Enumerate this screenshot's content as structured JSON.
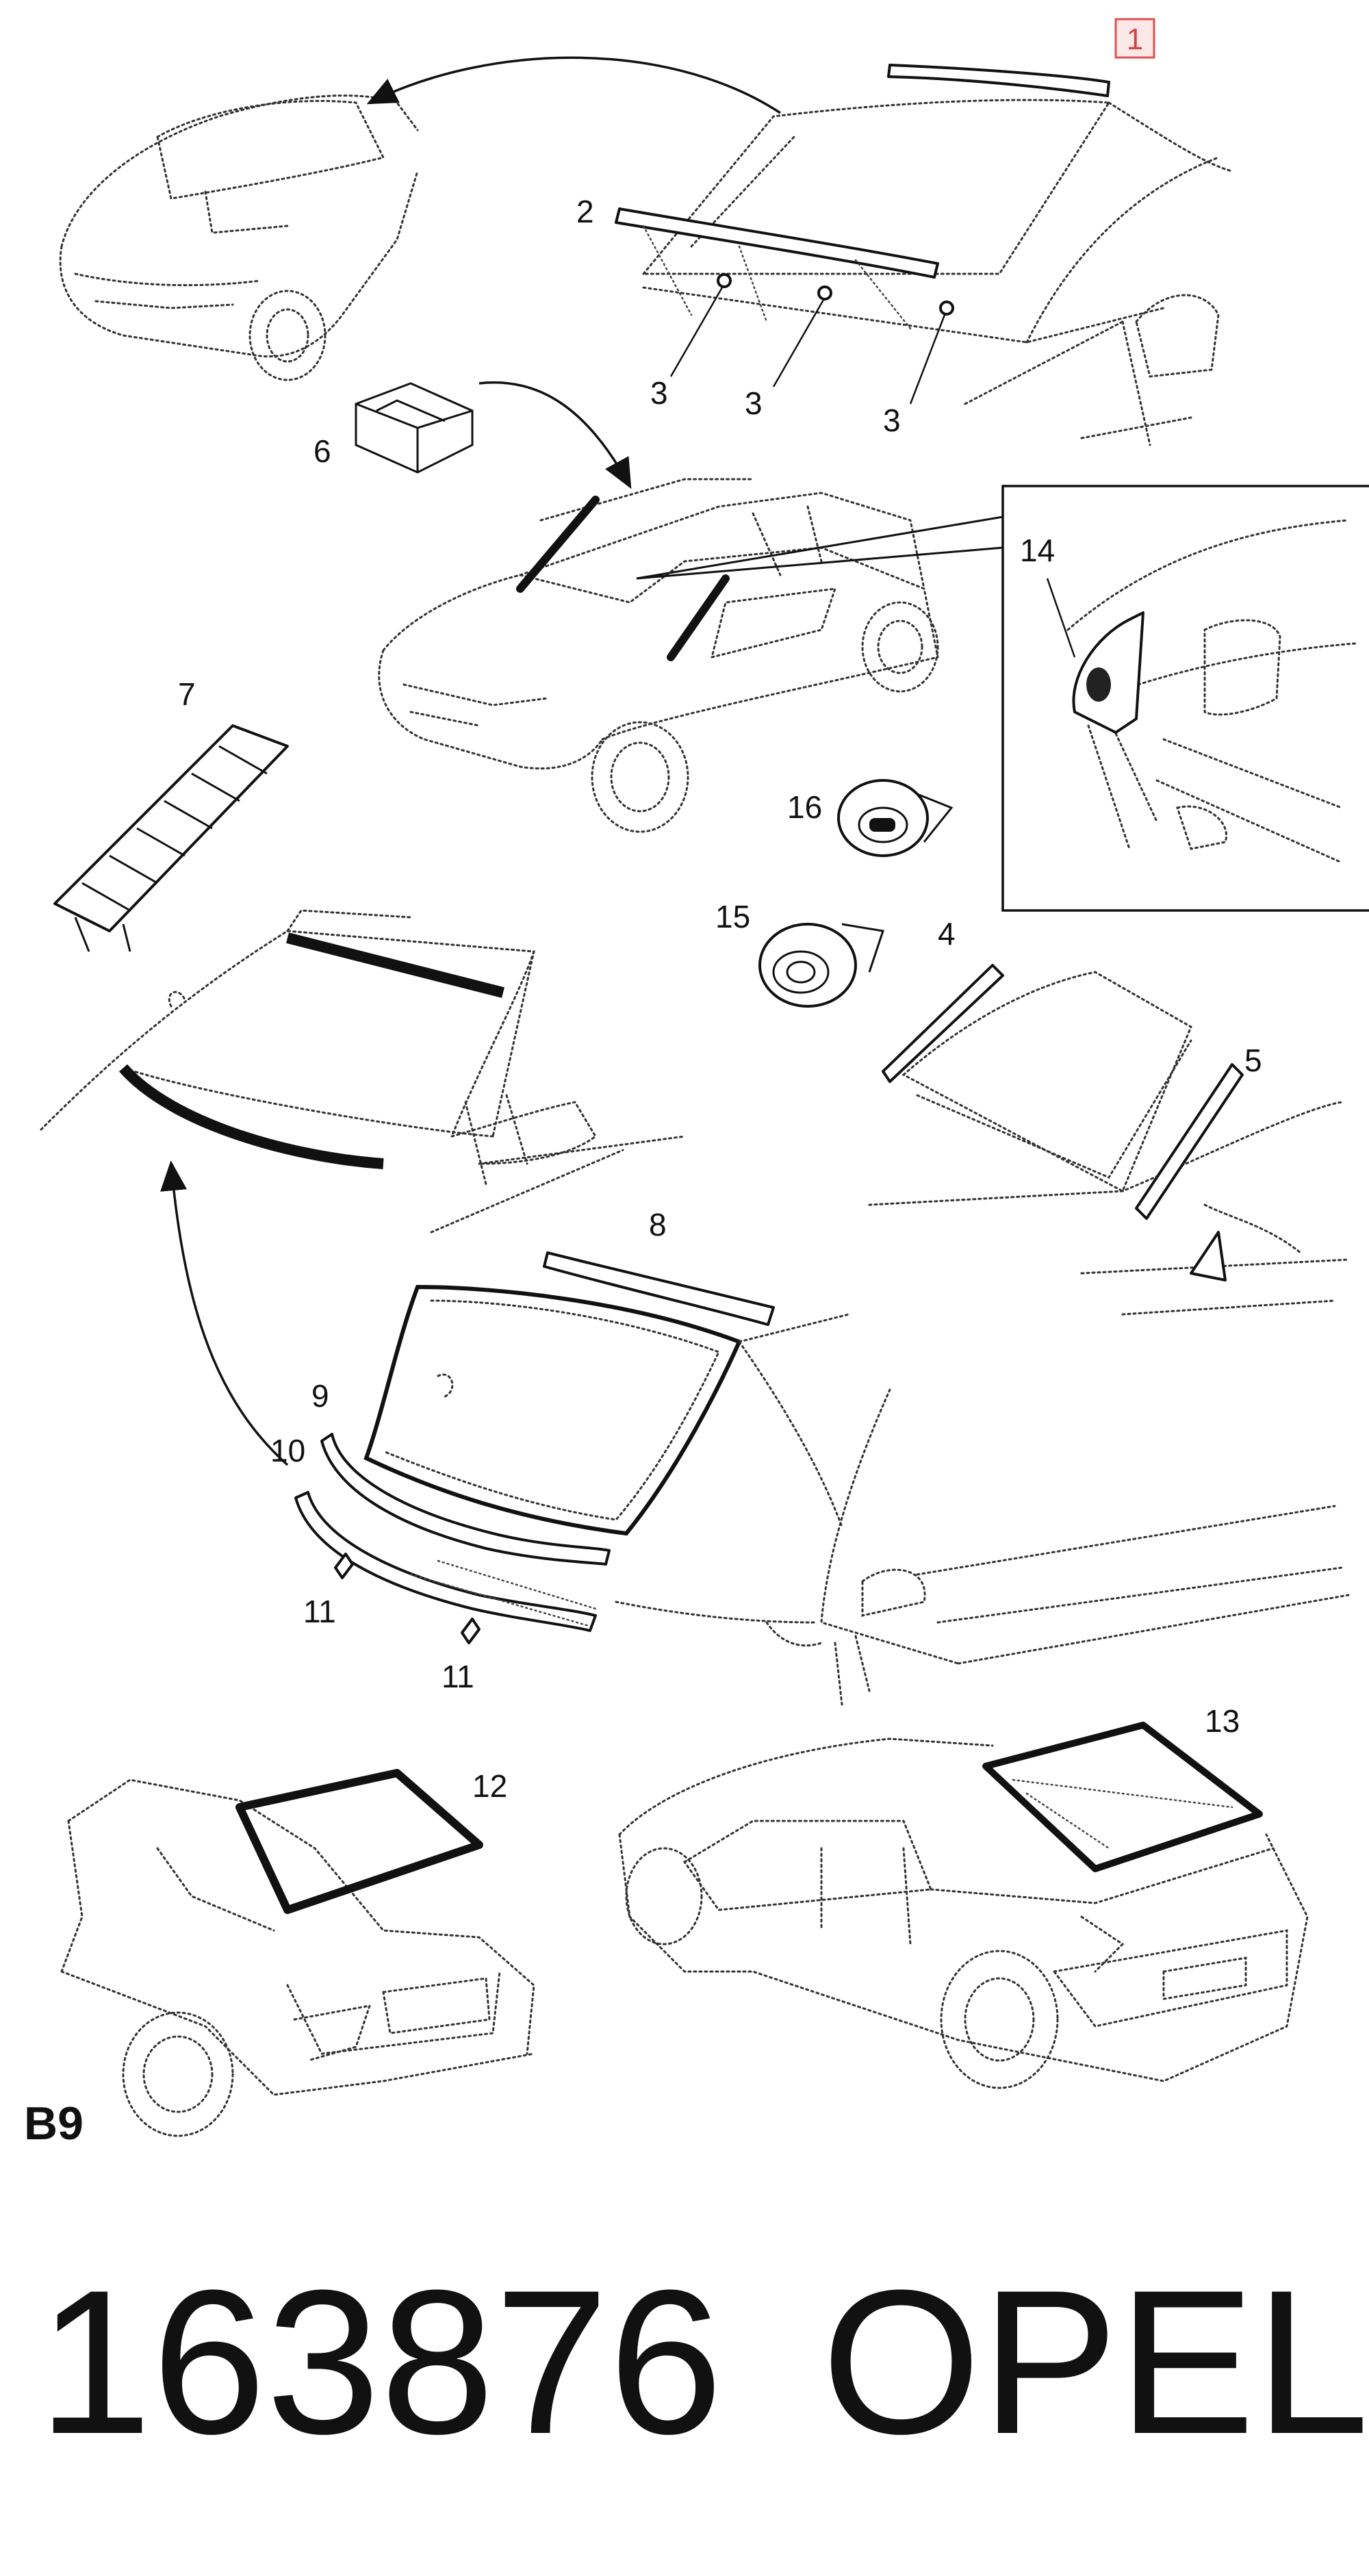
{
  "section_code": "B9",
  "callouts": {
    "c1": "1",
    "c2": "2",
    "c3a": "3",
    "c3b": "3",
    "c3c": "3",
    "c4": "4",
    "c5": "5",
    "c6": "6",
    "c7": "7",
    "c8": "8",
    "c9": "9",
    "c10": "10",
    "c11a": "11",
    "c11b": "11",
    "c12": "12",
    "c13": "13",
    "c14": "14",
    "c15": "15",
    "c16": "16"
  },
  "footer": {
    "part_number": "163876",
    "brand": "OPEL"
  },
  "colors": {
    "ink": "#111111",
    "highlight_border": "#e05050",
    "highlight_fill": "#fde8e8"
  }
}
